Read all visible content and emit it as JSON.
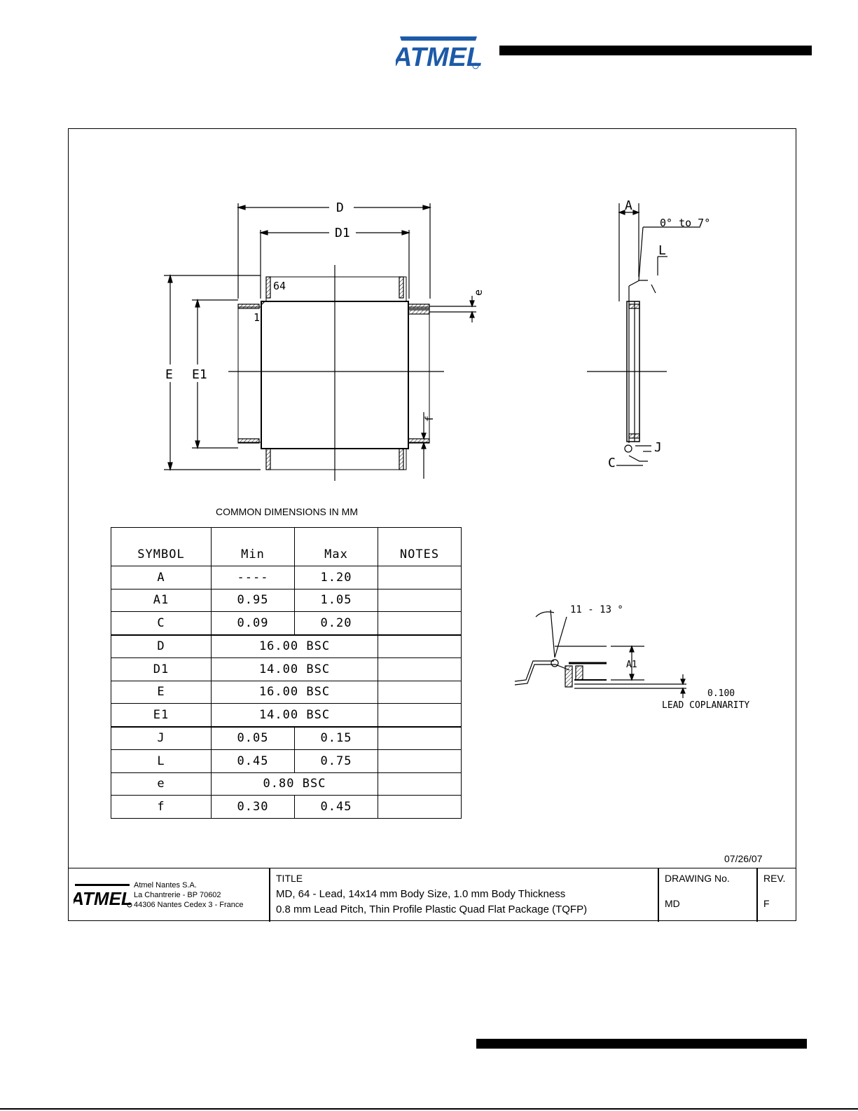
{
  "header": {
    "brand": "ATMEL"
  },
  "drawing_labels": {
    "D": "D",
    "D1": "D1",
    "E": "E",
    "E1": "E1",
    "pin64": "64",
    "pin1": "1",
    "e": "e",
    "f": "f",
    "A": "A",
    "angle": "0° to 7°",
    "L": "L",
    "J": "J",
    "C": "C",
    "angle2": "11 - 13 °",
    "A1": "A1",
    "coplanarity_value": "0.100",
    "coplanarity_label": "LEAD COPLANARITY"
  },
  "table": {
    "caption": "COMMON DIMENSIONS IN MM",
    "headers": [
      "SYMBOL",
      "Min",
      "Max",
      "NOTES"
    ],
    "rows": [
      {
        "symbol": "A",
        "min": "----",
        "max": "1.20",
        "notes": ""
      },
      {
        "symbol": "A1",
        "min": "0.95",
        "max": "1.05",
        "notes": ""
      },
      {
        "symbol": "C",
        "min": "0.09",
        "max": "0.20",
        "notes": ""
      },
      {
        "symbol": "D",
        "value": "16.00 BSC",
        "notes": ""
      },
      {
        "symbol": "D1",
        "value": "14.00 BSC",
        "notes": ""
      },
      {
        "symbol": "E",
        "value": "16.00 BSC",
        "notes": ""
      },
      {
        "symbol": "E1",
        "value": "14.00 BSC",
        "notes": ""
      },
      {
        "symbol": "J",
        "min": "0.05",
        "max": "0.15",
        "notes": ""
      },
      {
        "symbol": "L",
        "min": "0.45",
        "max": "0.75",
        "notes": ""
      },
      {
        "symbol": "e",
        "value": "0.80 BSC",
        "notes": ""
      },
      {
        "symbol": "f",
        "min": "0.30",
        "max": "0.45",
        "notes": ""
      }
    ]
  },
  "date": "07/26/07",
  "title_block": {
    "company": [
      "Atmel Nantes S.A.",
      "La Chantrerie - BP 70602",
      "44306 Nantes Cedex 3 - France"
    ],
    "title_label": "TITLE",
    "title_line1": "MD, 64 - Lead, 14x14 mm Body Size, 1.0 mm Body Thickness",
    "title_line2": "0.8 mm Lead Pitch, Thin Profile Plastic Quad Flat Package (TQFP)",
    "drawing_no_label": "DRAWING No.",
    "drawing_no": "MD",
    "rev_label": "REV.",
    "rev": "F"
  },
  "colors": {
    "brand_blue": "#1d5aa8",
    "ink": "#000000"
  }
}
